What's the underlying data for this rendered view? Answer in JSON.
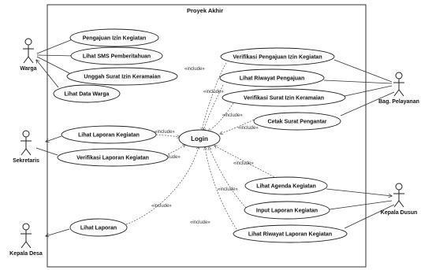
{
  "system": {
    "title": "Proyek Akhir"
  },
  "actors": {
    "warga": "Warga",
    "sekretaris": "Sekretaris",
    "kepala_desa": "Kepala Desa",
    "bag_pelayanan": "Bag. Pelayanan",
    "kepala_dusun": "Kepala Dusun"
  },
  "use_cases": {
    "login": "Login",
    "pengajuan_izin": "Pengajuan Izin Kegiatan",
    "lihat_sms": "Lihat SMS Pemberitahuan",
    "unggah_surat": "Unggah Surat Izin Keramaian",
    "lihat_data_warga": "Lihat Data Warga",
    "lihat_laporan_kegiatan": "Lihat Laporan Kegiatan",
    "verifikasi_laporan": "Verifikasi Laporan Kegiatan",
    "lihat_laporan": "Lihat Laporan",
    "verifikasi_pengajuan": "Verifikasi Pengajuan Izin Kegiatan",
    "lihat_riwayat_pengajuan": "Lihat Riwayat Pengajuan",
    "verifikasi_surat": "Verifikasi Surat Izin Keramaian",
    "cetak_surat": "Cetak Surat Pengantar",
    "lihat_agenda": "Lihat Agenda Kegiatan",
    "input_laporan": "Input Laporan Kegiatan",
    "lihat_riwayat_laporan": "Lihat Riwayat Laporan Kegiatan"
  },
  "relations": {
    "include": "«include»"
  }
}
